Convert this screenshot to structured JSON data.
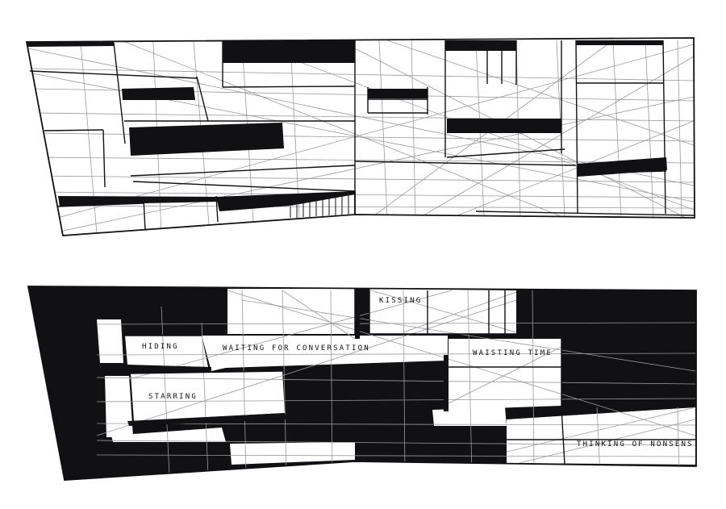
{
  "colors": {
    "background": "#ffffff",
    "ink": "#111114",
    "grid_line": "#9a9a9a"
  },
  "labels": {
    "hiding": "HIDING",
    "waiting": "WAITING FOR CONVERSATION",
    "kissing": "KISSING",
    "waisting": "WAISTING TIME",
    "starring": "STARRING",
    "thinking": "THINKING OF NONSENS"
  }
}
